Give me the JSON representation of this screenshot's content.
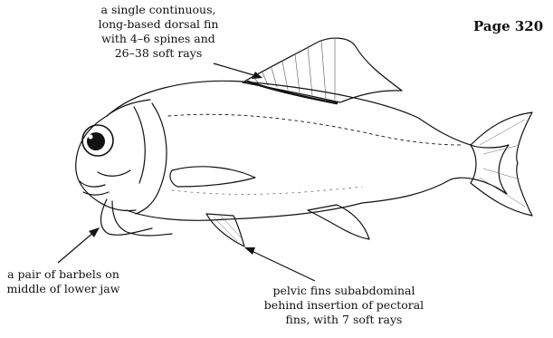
{
  "page": {
    "number": "Page 320"
  },
  "annotations": {
    "dorsal_fin": {
      "lines": [
        "a single continuous,",
        "long-based dorsal fin",
        "with 4–6 spines and",
        "26–38 soft rays"
      ]
    },
    "barbels": {
      "lines": [
        "a pair of barbels on",
        "middle of lower jaw"
      ]
    },
    "pelvic_fins": {
      "lines": [
        "pelvic fins subabdominal",
        "behind insertion of pectoral",
        "fins, with 7 soft rays"
      ]
    }
  },
  "colors": {
    "ink": "#111111",
    "background": "#ffffff"
  }
}
